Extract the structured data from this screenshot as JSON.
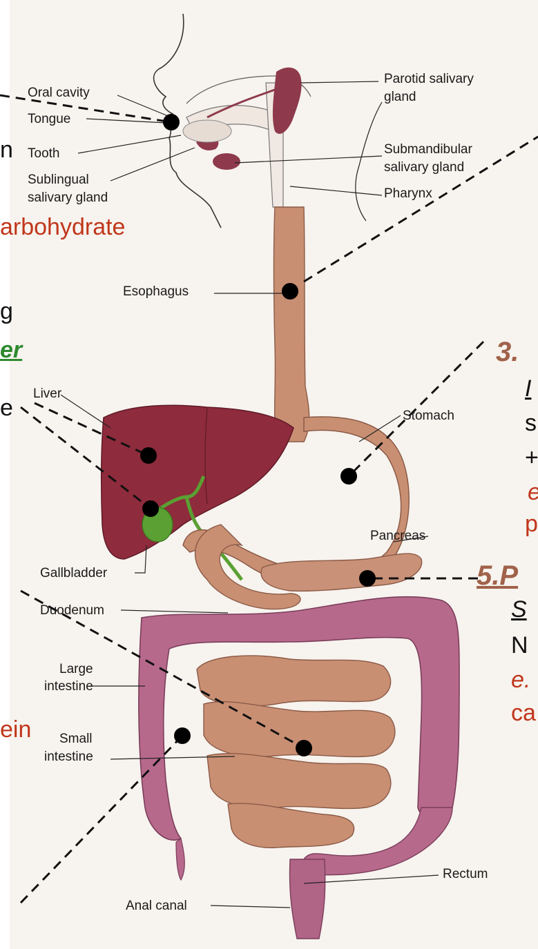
{
  "labels": {
    "oral_cavity": "Oral cavity",
    "tongue": "Tongue",
    "tooth": "Tooth",
    "sublingual_1": "Sublingual",
    "sublingual_2": "salivary gland",
    "parotid_1": "Parotid salivary",
    "parotid_2": "gland",
    "submandibular_1": "Submandibular",
    "submandibular_2": "salivary gland",
    "pharynx": "Pharynx",
    "esophagus": "Esophagus",
    "liver": "Liver",
    "stomach": "Stomach",
    "pancreas": "Pancreas",
    "gallbladder": "Gallbladder",
    "duodenum": "Duodenum",
    "large_intestine_1": "Large",
    "large_intestine_2": "intestine",
    "small_intestine_1": "Small",
    "small_intestine_2": "intestine",
    "rectum": "Rectum",
    "anal_canal": "Anal canal"
  },
  "overlay_text": {
    "left": {
      "frag_n": "n",
      "frag_carbohydrate": "arbohydrate",
      "frag_g": "g",
      "frag_liver": "er",
      "frag_e": "e",
      "frag_protein": "ein"
    },
    "right": {
      "stomach_heading": "3.",
      "stomach_l1": "I",
      "stomach_l2": "s",
      "stomach_l3": "+",
      "stomach_l4": "e",
      "stomach_l5": "p",
      "pancreas_heading": "5.P",
      "pancreas_l1": "S",
      "pancreas_l2": "N",
      "pancreas_l3": "e.",
      "pancreas_l4": "ca"
    }
  },
  "colors": {
    "liver": "#8e2b3c",
    "gallbladder": "#5aa032",
    "gut": "#c98f73",
    "large_intestine": "#b7698c",
    "gland": "#8e3a4c",
    "text_red": "#c0361b",
    "text_green": "#2e8a2e",
    "text_brown": "#a0624a"
  }
}
